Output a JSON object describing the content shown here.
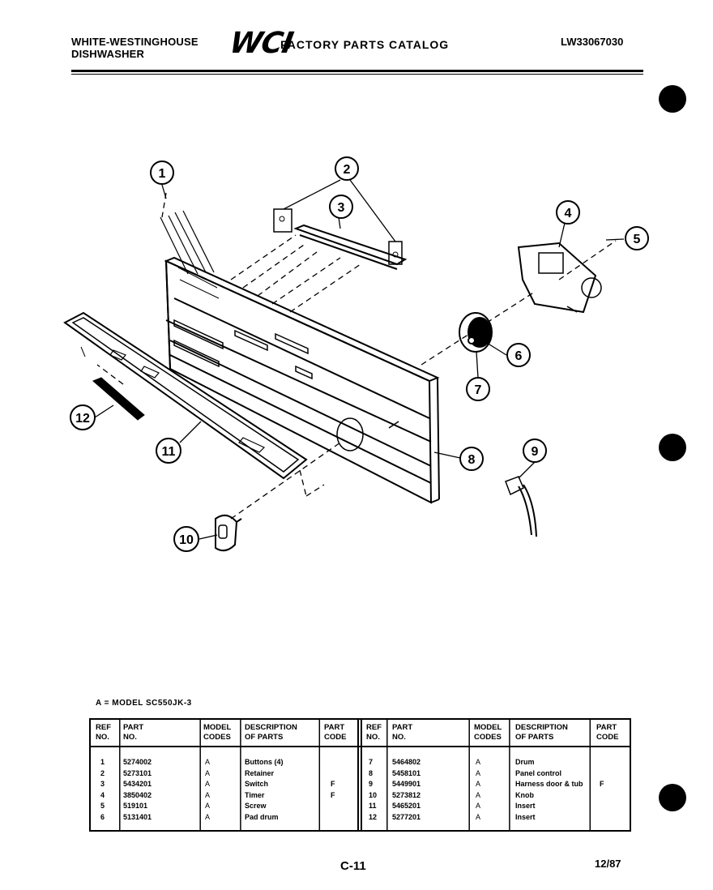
{
  "header": {
    "brand_line1": "WHITE-WESTINGHOUSE",
    "brand_line2": "DISHWASHER",
    "logo": "WCI",
    "catalog_title": "FACTORY PARTS CATALOG",
    "doc_number": "LW33067030"
  },
  "callouts": [
    "1",
    "2",
    "3",
    "4",
    "5",
    "6",
    "7",
    "8",
    "9",
    "10",
    "11",
    "12"
  ],
  "model_line": "A = MODEL SC550JK-3",
  "table": {
    "headers": {
      "ref": [
        "REF",
        "NO."
      ],
      "part": [
        "PART",
        "NO."
      ],
      "model": [
        "MODEL",
        "CODES"
      ],
      "desc": [
        "DESCRIPTION",
        "OF PARTS"
      ],
      "code": [
        "PART",
        "CODE"
      ]
    },
    "left_rows": [
      {
        "ref": "1",
        "part": "5274002",
        "model": "A",
        "desc": "Buttons (4)",
        "code": ""
      },
      {
        "ref": "2",
        "part": "5273101",
        "model": "A",
        "desc": "Retainer",
        "code": ""
      },
      {
        "ref": "3",
        "part": "5434201",
        "model": "A",
        "desc": "Switch",
        "code": "F"
      },
      {
        "ref": "4",
        "part": "3850402",
        "model": "A",
        "desc": "Timer",
        "code": "F"
      },
      {
        "ref": "5",
        "part": "519101",
        "model": "A",
        "desc": "Screw",
        "code": ""
      },
      {
        "ref": "6",
        "part": "5131401",
        "model": "A",
        "desc": "Pad drum",
        "code": ""
      }
    ],
    "right_rows": [
      {
        "ref": "7",
        "part": "5464802",
        "model": "A",
        "desc": "Drum",
        "code": ""
      },
      {
        "ref": "8",
        "part": "5458101",
        "model": "A",
        "desc": "Panel control",
        "code": ""
      },
      {
        "ref": "9",
        "part": "5449901",
        "model": "A",
        "desc": "Harness door & tub",
        "code": "F"
      },
      {
        "ref": "10",
        "part": "5273812",
        "model": "A",
        "desc": "Knob",
        "code": ""
      },
      {
        "ref": "11",
        "part": "5465201",
        "model": "A",
        "desc": "Insert",
        "code": ""
      },
      {
        "ref": "12",
        "part": "5277201",
        "model": "A",
        "desc": "Insert",
        "code": ""
      }
    ]
  },
  "footer": {
    "page": "C-11",
    "date": "12/87"
  }
}
